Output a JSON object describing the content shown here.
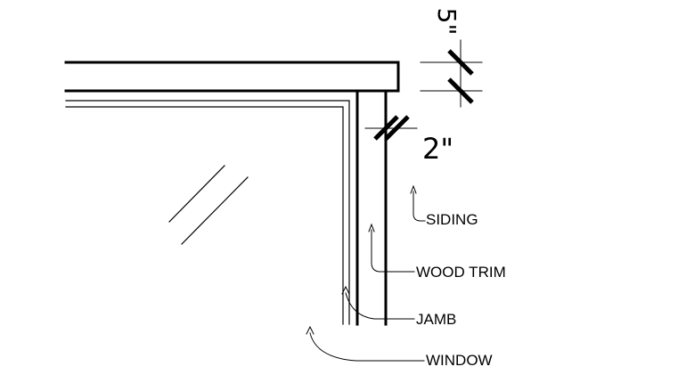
{
  "dimensions": {
    "overhang": "5\"",
    "trim_thickness": "2\""
  },
  "labels": {
    "siding": "SIDING",
    "wood_trim": "WOOD TRIM",
    "jamb": "JAMB",
    "window": "WINDOW"
  },
  "colors": {
    "line": "#000000",
    "background": "#ffffff"
  }
}
